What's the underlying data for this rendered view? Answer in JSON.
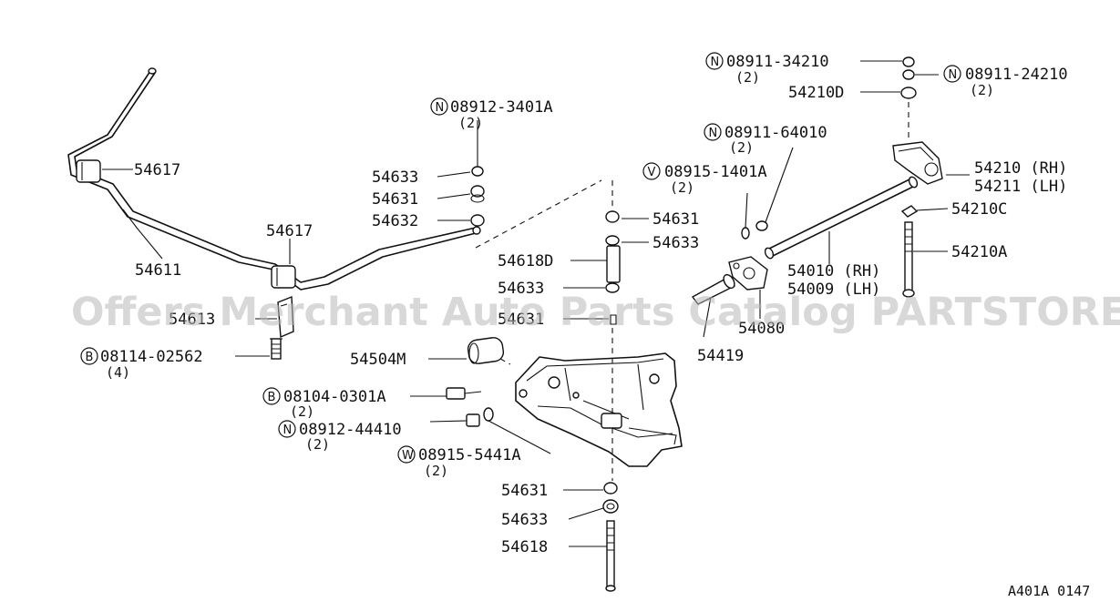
{
  "watermark": "Offers Merchant Auto Parts Catalog PARTSTORE.SA",
  "diagram_ref": "A401A 0147",
  "labels": {
    "p54617a": "54617",
    "p54611": "54611",
    "p54617b": "54617",
    "p54613": "54613",
    "b08114": "08114-02562",
    "b08114_qty": "(4)",
    "n08912_3401a": "08912-3401A",
    "n08912_3401a_qty": "(2)",
    "p54633a": "54633",
    "p54631a": "54631",
    "p54632": "54632",
    "p54631b": "54631",
    "p54633b": "54633",
    "p54618d": "54618D",
    "p54633c": "54633",
    "p54631c": "54631",
    "p54504m": "54504M",
    "b08104": "08104-0301A",
    "b08104_qty": "(2)",
    "n08912_44410": "08912-44410",
    "n08912_44410_qty": "(2)",
    "w08915_5441a": "08915-5441A",
    "w08915_5441a_qty": "(2)",
    "p54631d": "54631",
    "p54633d": "54633",
    "p54618": "54618",
    "n08911_64010": "08911-64010",
    "n08911_64010_qty": "(2)",
    "v08915_1401a": "08915-1401A",
    "v08915_1401a_qty": "(2)",
    "p54080": "54080",
    "p54419": "54419",
    "p54010": "54010 (RH)",
    "p54009": "54009 (LH)",
    "n08911_34210": "08911-34210",
    "n08911_34210_qty": "(2)",
    "n08911_24210": "08911-24210",
    "n08911_24210_qty": "(2)",
    "p54210d": "54210D",
    "p54210": "54210 (RH)",
    "p54211": "54211 (LH)",
    "p54210c": "54210C",
    "p54210a": "54210A"
  },
  "prefixes": {
    "n": "N",
    "b": "B",
    "w": "W",
    "v": "V"
  }
}
